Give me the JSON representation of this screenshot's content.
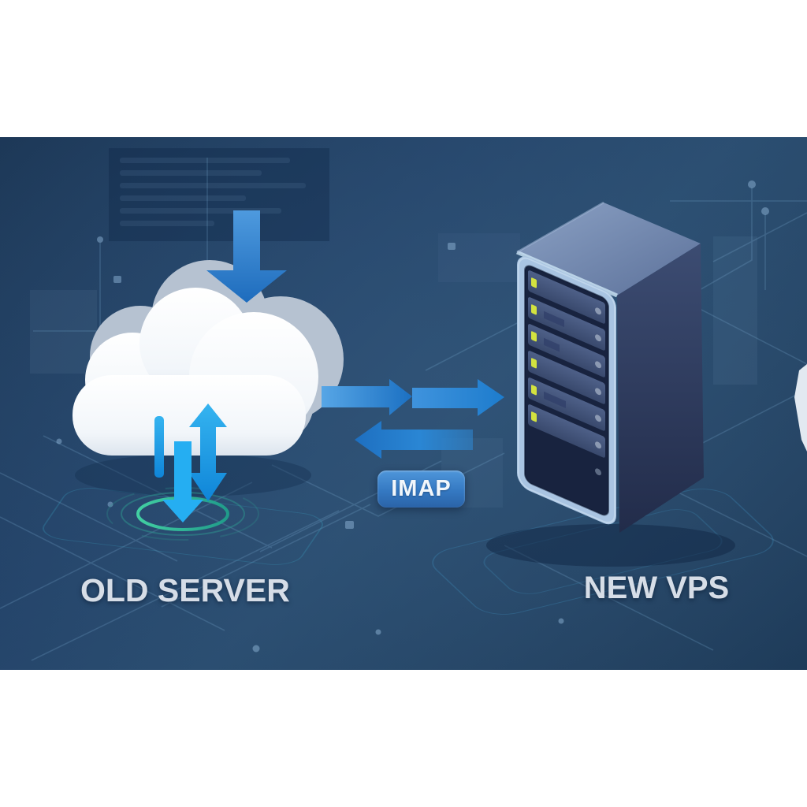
{
  "scene": {
    "badge": {
      "label": "IMAP"
    },
    "labels": {
      "source": "OLD SERVER",
      "target": "NEW VPS"
    },
    "icons": {
      "cloud": "cloud-icon",
      "server": "server-tower-icon",
      "download_arrow": "down-arrow-icon",
      "upload_download_arrows": "sync-arrows-icon",
      "transfer_right_arrows": "right-arrow-icon",
      "transfer_left_arrow": "left-arrow-icon",
      "target_rings": "ripple-rings-icon"
    },
    "colors": {
      "letterbox": "#ffffff",
      "background_top": "#1c3756",
      "background_mid": "#28496c",
      "arrow_blue": "#2592e0",
      "arrow_cyan": "#25aef2",
      "badge_blue_top": "#4f96da",
      "badge_blue_bottom": "#2a63a8",
      "led_yellow": "#d3e23f",
      "teal_ring": "#3ecf9f",
      "label_text": "#d6dde7",
      "server_bezel": "#a9c4e2",
      "server_side": "#323f63",
      "cloud_white": "#f6f9fc"
    }
  }
}
